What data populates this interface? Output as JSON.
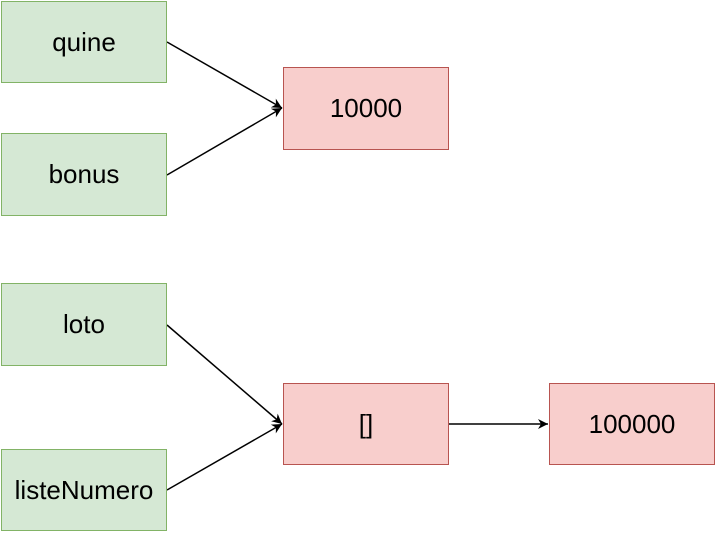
{
  "nodes": {
    "quine": "quine",
    "bonus": "bonus",
    "loto": "loto",
    "listeNumero": "listeNumero",
    "value_10000": "10000",
    "value_list": "[]",
    "value_100000": "100000"
  },
  "colors": {
    "variable_fill": "#d5e8d4",
    "variable_stroke": "#82b366",
    "value_fill": "#f8cecc",
    "value_stroke": "#b85450",
    "edge": "#000000"
  }
}
